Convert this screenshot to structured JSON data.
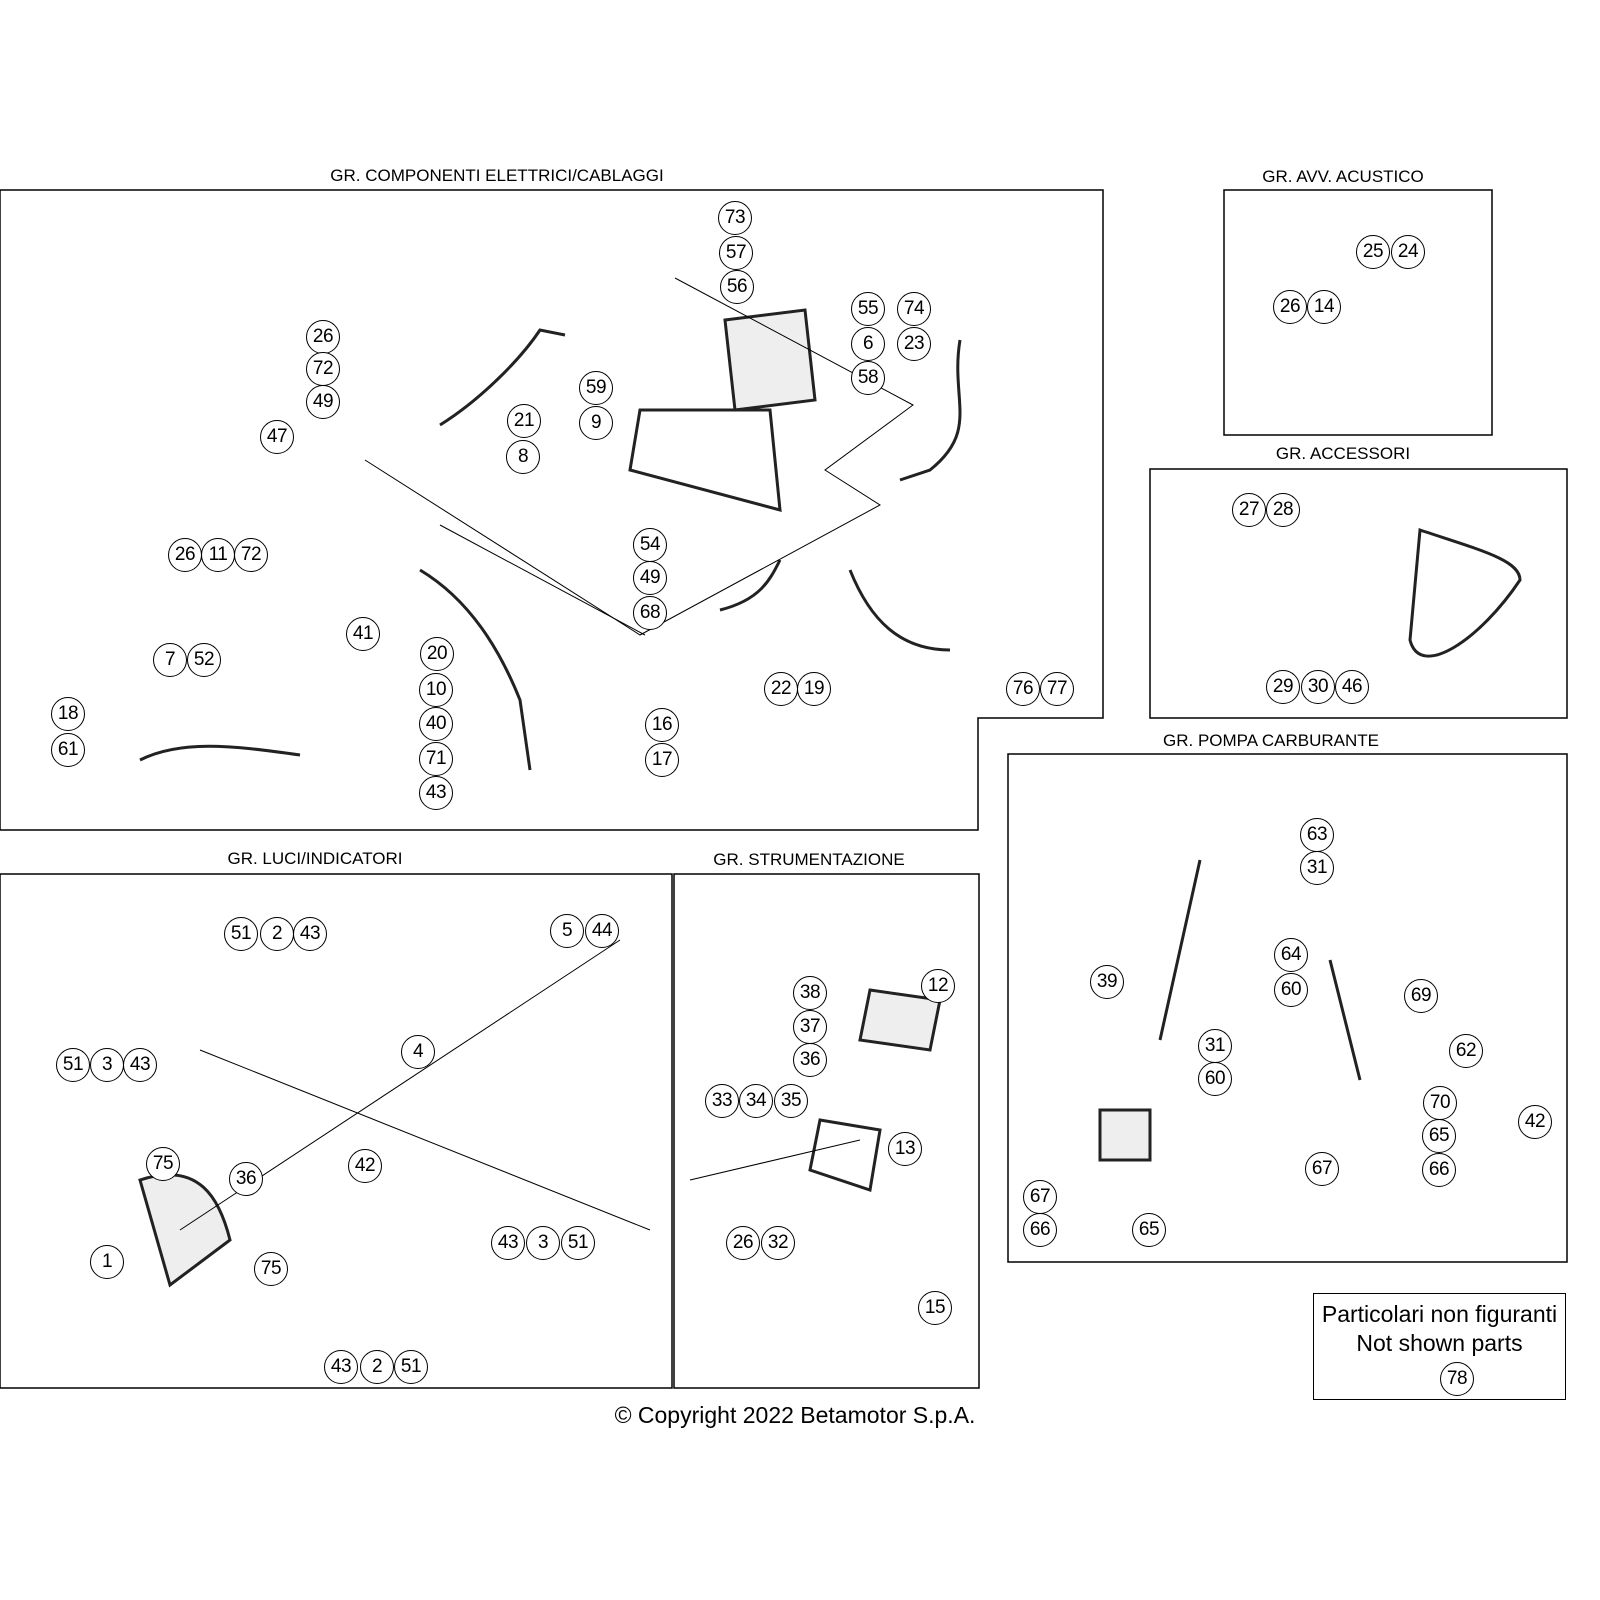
{
  "sections": [
    {
      "title": "GR. COMPONENTI ELETTRICI/CABLAGGI",
      "callouts": [
        "73",
        "57",
        "56",
        "55",
        "74",
        "6",
        "23",
        "26",
        "72",
        "49",
        "21",
        "59",
        "58",
        "9",
        "8",
        "47",
        "26",
        "11",
        "72",
        "54",
        "49",
        "68",
        "7",
        "52",
        "41",
        "20",
        "22",
        "19",
        "76",
        "77",
        "10",
        "16",
        "18",
        "40",
        "61",
        "71",
        "17",
        "43"
      ]
    },
    {
      "title": "GR. AVV. ACUSTICO",
      "callouts": [
        "25",
        "24",
        "26",
        "14"
      ]
    },
    {
      "title": "GR. ACCESSORI",
      "callouts": [
        "27",
        "28",
        "29",
        "30",
        "46"
      ]
    },
    {
      "title": "GR. POMPA CARBURANTE",
      "callouts": [
        "63",
        "31",
        "64",
        "39",
        "60",
        "69",
        "62",
        "31",
        "60",
        "70",
        "42",
        "65",
        "67",
        "66",
        "67",
        "65",
        "66"
      ]
    },
    {
      "title": "GR. LUCI/INDICATORI",
      "callouts": [
        "51",
        "2",
        "43",
        "5",
        "44",
        "51",
        "3",
        "43",
        "4",
        "75",
        "36",
        "42",
        "43",
        "3",
        "51",
        "1",
        "75",
        "43",
        "2",
        "51"
      ]
    },
    {
      "title": "GR. STRUMENTAZIONE",
      "callouts": [
        "38",
        "12",
        "37",
        "36",
        "33",
        "34",
        "35",
        "13",
        "26",
        "32",
        "15"
      ]
    }
  ],
  "not_shown": {
    "line1": "Particolari non figuranti",
    "line2": "Not shown parts",
    "callout": "78"
  },
  "copyright": "© Copyright 2022 Betamotor S.p.A."
}
